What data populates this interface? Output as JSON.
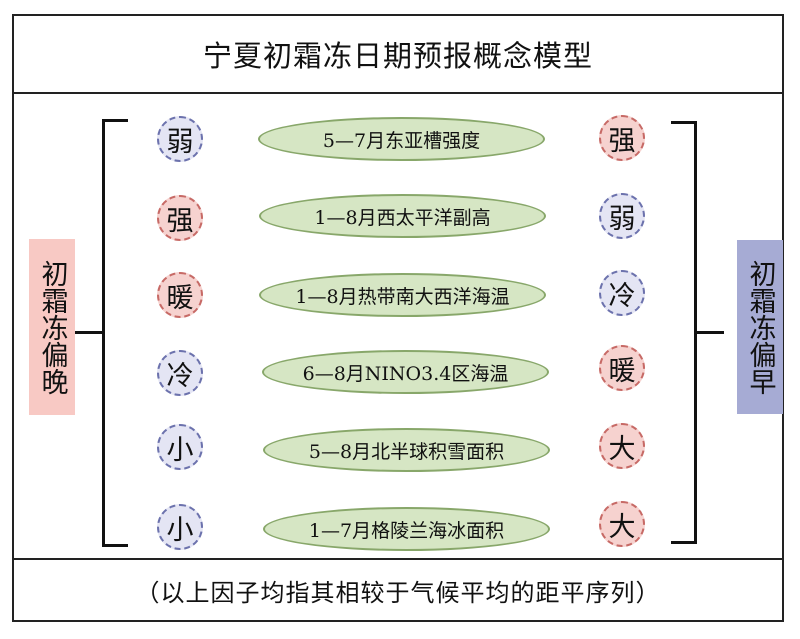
{
  "title": "宁夏初霜冻日期预报概念模型",
  "footer": "（以上因子均指其相较于气候平均的距平序列）",
  "left_label": "初霜冻偏晚",
  "right_label": "初霜冻偏早",
  "colors": {
    "pink": "#f8c9c4",
    "lavender": "#a6abd4",
    "green": "#d6e6c4"
  },
  "rows": [
    {
      "left": "弱",
      "left_tone": "blue",
      "factor": "5—7月东亚槽强度",
      "right": "强",
      "right_tone": "red"
    },
    {
      "left": "强",
      "left_tone": "red",
      "factor": "1—8月西太平洋副高",
      "right": "弱",
      "right_tone": "blue"
    },
    {
      "left": "暖",
      "left_tone": "red",
      "factor": "1—8月热带南大西洋海温",
      "right": "冷",
      "right_tone": "blue"
    },
    {
      "left": "冷",
      "left_tone": "blue",
      "factor": "6—8月NINO3.4区海温",
      "right": "暖",
      "right_tone": "red"
    },
    {
      "left": "小",
      "left_tone": "blue",
      "factor": "5—8月北半球积雪面积",
      "right": "大",
      "right_tone": "red"
    },
    {
      "left": "小",
      "left_tone": "blue",
      "factor": "1—7月格陵兰海冰面积",
      "right": "大",
      "right_tone": "red"
    }
  ]
}
